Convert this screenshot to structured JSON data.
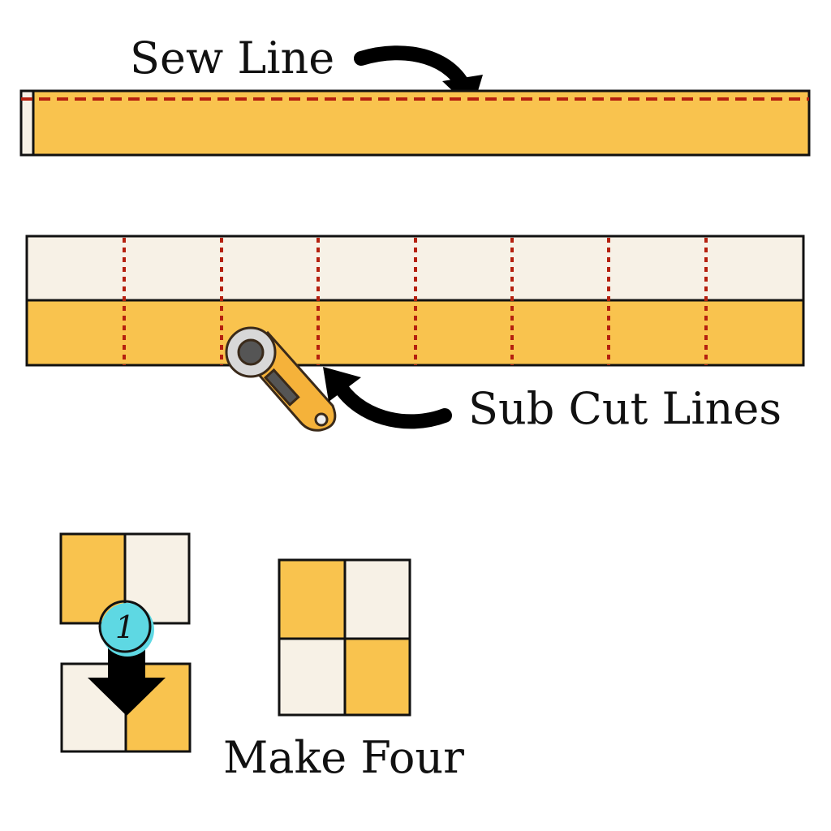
{
  "labels": {
    "sew_line": "Sew Line",
    "sub_cut_lines": "Sub Cut Lines",
    "make_four": "Make Four",
    "step_number": "1"
  },
  "colors": {
    "yellow": "#F9C34E",
    "cream": "#F7F1E6",
    "stitch": "#B5200F",
    "badge": "#5ED8E3",
    "outline": "#111111"
  }
}
